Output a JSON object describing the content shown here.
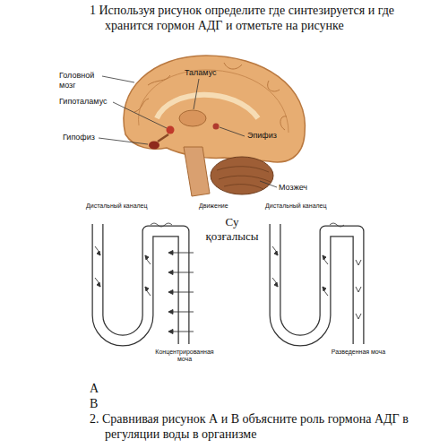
{
  "diagram": {
    "labels": [
      "1 Используя рисунок определите где синтезируется и где хранится гормон АДГ и отметьте на рисунке",
      "Головной мозг",
      "Таламус",
      "Гипоталамус",
      "Эпифиз",
      "Гипофиз",
      "Мозжеч",
      "Дистальный каналец",
      "Движение",
      "Су қозғалысы",
      "Дистальный каналец",
      "Концентрированная моча",
      "Разведенная моча",
      "А",
      "В",
      "2.  Сравнивая рисунок А и В объясните роль гормона АДГ в регуляции воды в организме"
    ]
  }
}
